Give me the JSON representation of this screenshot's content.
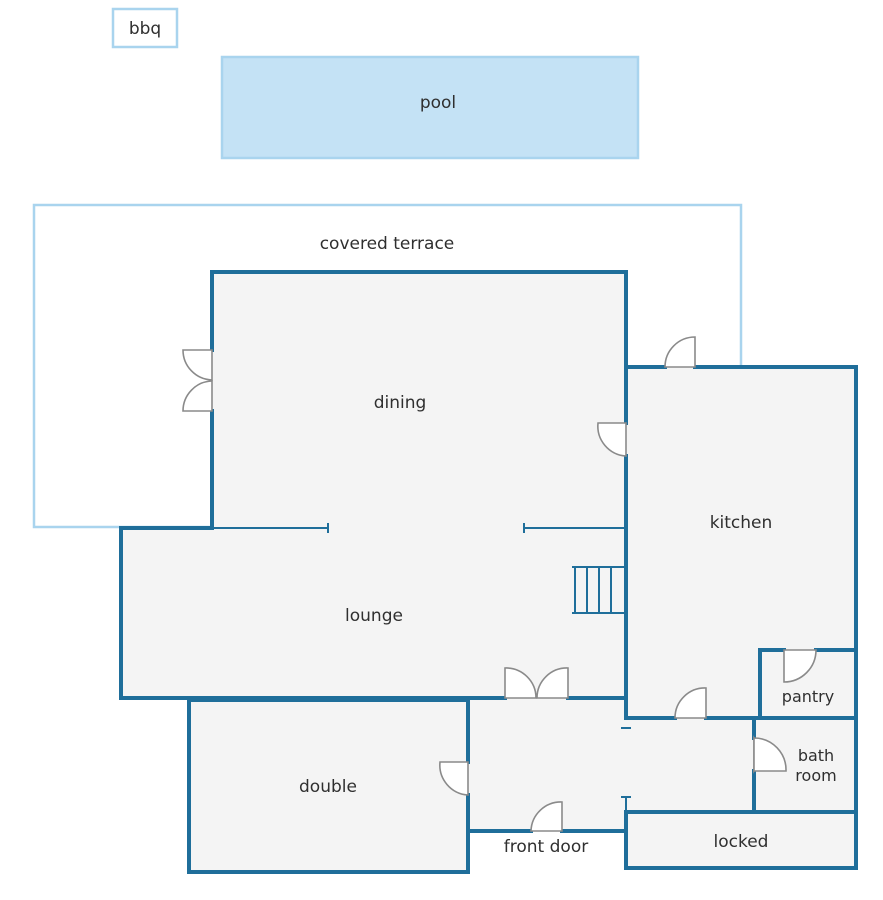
{
  "labels": {
    "bbq": "bbq",
    "pool": "pool",
    "covered_terrace": "covered terrace",
    "dining": "dining",
    "kitchen": "kitchen",
    "lounge": "lounge",
    "pantry": "pantry",
    "bath_line1": "bath",
    "bath_line2": "room",
    "double": "double",
    "front_door": "front door",
    "locked": "locked"
  },
  "colors": {
    "wall": "#1f6e9a",
    "floor": "#f4f4f4",
    "pool_fill": "#c4e2f5",
    "light_outline": "#a9d4ee",
    "door_stroke": "#8a8a8a"
  }
}
